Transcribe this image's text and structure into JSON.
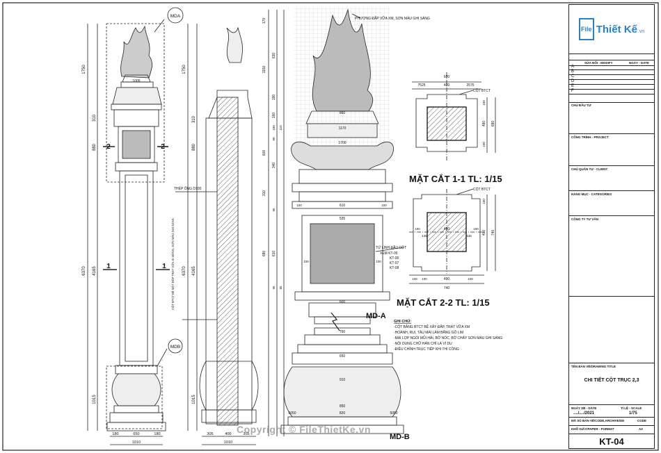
{
  "callouts": {
    "mda": "MDA",
    "mdb": "MDB",
    "mda_hyphen": "MD-A",
    "mdb_hyphen": "MD-B"
  },
  "left_elevation": {
    "dims_vertical": [
      "1750",
      "310",
      "880",
      "6370",
      "4165",
      "1015"
    ],
    "dims_bottom": [
      "180",
      "650",
      "180",
      "1010"
    ],
    "dim_top_width": "1005",
    "section_marks": [
      "2",
      "2",
      "1",
      "1"
    ]
  },
  "middle_section": {
    "dims_vertical": [
      "1750",
      "310",
      "880",
      "6370",
      "4165",
      "1015"
    ],
    "dims_bottom": [
      "305",
      "400",
      "305",
      "1010"
    ],
    "note_pipe": "THÉP ỐNG D100",
    "note_column": "CỘT BTCT BÊ MẶT ĐẮP TRÁT VỮA XI MĂNG, SƠN MÀU GHI SÁNG"
  },
  "detail_elevation": {
    "top_note": "PHƯỢNG ĐẮP VỮA XM, SƠN MÀU GHI SÁNG",
    "dims_vertical": [
      "170",
      "630",
      "1150",
      "190",
      "160",
      "100",
      "110",
      "90",
      "600",
      "340",
      "310",
      "95",
      "680",
      "610",
      "95",
      "85"
    ],
    "dims_horizontal": [
      "860",
      "1170",
      "1700",
      "100",
      "610",
      "100",
      "535",
      "100",
      "100",
      "600",
      "760",
      "650",
      "910",
      "850",
      "820",
      "5050",
      "5050"
    ],
    "callout_relief": [
      "TỨ LINH ĐẦU CỘT",
      "XEM KT-05",
      "KT-06",
      "KT-07",
      "KT-08"
    ]
  },
  "section_1_1": {
    "title": "MẶT CẮT 1-1 TL: 1/15",
    "label_core": "CỘT BTCT",
    "dims": [
      "680",
      "7525",
      "480",
      "2575",
      "100",
      "480",
      "100",
      "680"
    ]
  },
  "section_2_2": {
    "title": "MẶT CẮT 2-2 TL: 1/15",
    "label_core": "CỘT BTCT",
    "dims": [
      "100",
      "135",
      "490",
      "135",
      "100",
      "740",
      "100",
      "490",
      "100",
      "740",
      "100",
      "490",
      "100"
    ]
  },
  "notes": {
    "title": "GHI CHÚ:",
    "items": [
      "-CỘT BẰNG BTCT BÊ XÂY ĐẮP, TRÁT VỮA XM",
      "-HOÀNH, RUI, TÀU MÁI LÀM BẰNG GỖ LIM",
      "-MÁI LỢP NGÓI MŨI HÀI, BỜ NÓC, BỜ CHẢY SƠN MÀU GHI SÁNG",
      "-NỘI DUNG CHỮ HÁN CHỈ LÀ VÍ DỤ",
      "-ĐIỀU CHỈNH TRỤC TIẾP KHI THI CÔNG"
    ]
  },
  "title_block": {
    "logo_box": "File",
    "logo_text": "Thiết Kế",
    "logo_domain": ".vn",
    "rev_header": [
      "SỬA ĐỔI - MODIFY",
      "NGÀY - DATE"
    ],
    "rev_rows": [
      "A",
      "B",
      "C",
      "D",
      "E",
      "F"
    ],
    "fields": [
      "CHỦ ĐẦU TƯ",
      "CÔNG TRÌNH - PROJECT",
      "CHỦ QUẢN TƯ - CLIENT",
      "HẠNG MỤC - CATEGORIES",
      "CÔNG TY TƯ VẤN"
    ],
    "drawing_title_label": "TÊN BẢN VẼ/DRAWING TITLE",
    "drawing_title": "CHI TIẾT CỘT TRỤC 2,3",
    "date_label": "NGÀY XB - DATE",
    "date": "..../..../2021",
    "scale_label": "TỈ LỆ - SCALE",
    "scale": "1/75",
    "code_label": "MÃ SỐ BẢN VẼ/CODE,ARCHIVE/DE",
    "code_right": "CODE",
    "format_label": "KHỔ GIẤY/PAPER - FORMAT",
    "format": "A3",
    "sheet": "KT-04"
  },
  "watermark": "Copyright © FileThietKe.vn"
}
